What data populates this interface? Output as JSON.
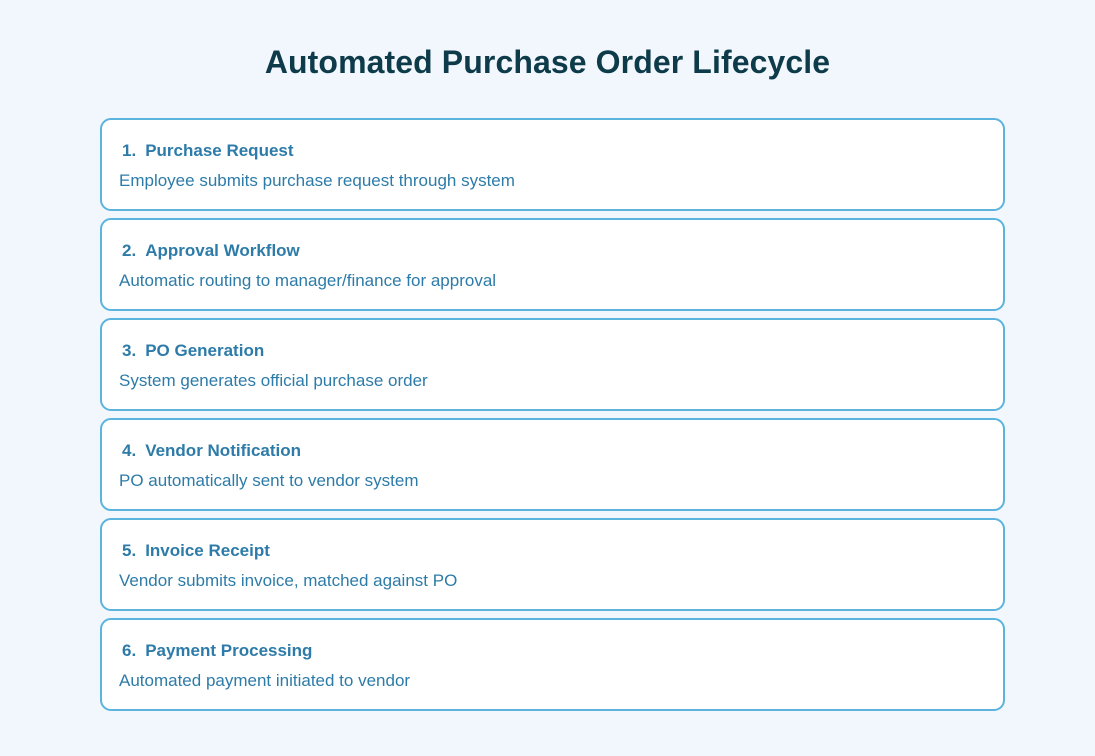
{
  "page": {
    "title": "Automated Purchase Order Lifecycle",
    "background_color": "#f2f7fd",
    "title_color": "#0d3b4a",
    "card_background": "#ffffff",
    "card_border_color": "#5cb3dd",
    "card_text_color": "#2d7ba8"
  },
  "steps": [
    {
      "number": "1.",
      "title": "Purchase Request",
      "description": "Employee submits purchase request through system"
    },
    {
      "number": "2.",
      "title": "Approval Workflow",
      "description": "Automatic routing to manager/finance for approval"
    },
    {
      "number": "3.",
      "title": "PO Generation",
      "description": "System generates official purchase order"
    },
    {
      "number": "4.",
      "title": "Vendor Notification",
      "description": "PO automatically sent to vendor system"
    },
    {
      "number": "5.",
      "title": "Invoice Receipt",
      "description": "Vendor submits invoice, matched against PO"
    },
    {
      "number": "6.",
      "title": "Payment Processing",
      "description": "Automated payment initiated to vendor"
    }
  ]
}
